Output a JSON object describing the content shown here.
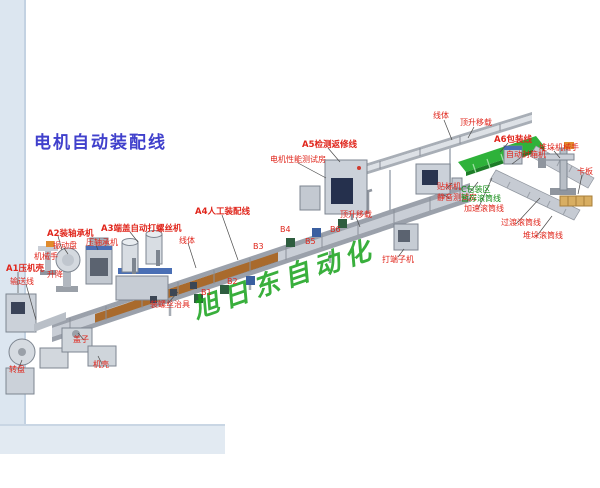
{
  "title": "电机自动装配线",
  "watermark": "旭日东自动化",
  "colors": {
    "label_red": "#e0251b",
    "label_green": "#0f8a12",
    "title_blue": "#4040cc",
    "watermark_green": "#17a21b",
    "manual_belt_brown": "#a96a2c",
    "packing_belt_green": "#2eb23a"
  },
  "labels": [
    {
      "id": "line-body-top",
      "text": "线体"
    },
    {
      "id": "lift-transfer-top",
      "text": "顶升移载"
    },
    {
      "id": "a6-packing-line",
      "text": "A6包装线"
    },
    {
      "id": "auto-carton-sealer",
      "text": "自动封箱机"
    },
    {
      "id": "stacking-robot",
      "text": "堆垛机械手"
    },
    {
      "id": "pallet",
      "text": "卡板"
    },
    {
      "id": "a5-test-repair-line",
      "text": "A5检测返修线"
    },
    {
      "id": "motor-performance-test-room",
      "text": "电机性能测试房"
    },
    {
      "id": "labeling-machine",
      "text": "贴标机"
    },
    {
      "id": "c-packing-area",
      "text": "C包装区"
    },
    {
      "id": "silent-test-room",
      "text": "静音测试房"
    },
    {
      "id": "buffer-roller-line",
      "text": "暂存滚筒线"
    },
    {
      "id": "speedup-roller-line",
      "text": "加速滚筒线"
    },
    {
      "id": "transition-roller-line",
      "text": "过渡滚筒线"
    },
    {
      "id": "stacking-roller-line",
      "text": "堆垛滚筒线"
    },
    {
      "id": "lift-transfer-mid",
      "text": "顶升移载"
    },
    {
      "id": "a4-manual-assembly-line",
      "text": "A4人工装配线"
    },
    {
      "id": "line-body-mid",
      "text": "线体"
    },
    {
      "id": "station-b6",
      "text": "B6"
    },
    {
      "id": "station-b5",
      "text": "B5"
    },
    {
      "id": "station-b4",
      "text": "B4"
    },
    {
      "id": "station-b3",
      "text": "B3"
    },
    {
      "id": "station-b2",
      "text": "B2"
    },
    {
      "id": "station-b1",
      "text": "B1"
    },
    {
      "id": "terminal-crimping-machine",
      "text": "打端子机"
    },
    {
      "id": "a3-screw-machine",
      "text": "A3端盖自动打螺丝机"
    },
    {
      "id": "a2-bearing-machine",
      "text": "A2装轴承机"
    },
    {
      "id": "vibratory-bowl",
      "text": "振动盘"
    },
    {
      "id": "bearing-press",
      "text": "压轴承机"
    },
    {
      "id": "robot-arm",
      "text": "机械手"
    },
    {
      "id": "a1-press-housing",
      "text": "A1压机壳"
    },
    {
      "id": "infeed-conveyor",
      "text": "输送线"
    },
    {
      "id": "lifter",
      "text": "升降"
    },
    {
      "id": "screw-fixture",
      "text": "装螺丝治具"
    },
    {
      "id": "cover",
      "text": "盖子"
    },
    {
      "id": "housing",
      "text": "机壳"
    },
    {
      "id": "turntable",
      "text": "转盘"
    }
  ]
}
